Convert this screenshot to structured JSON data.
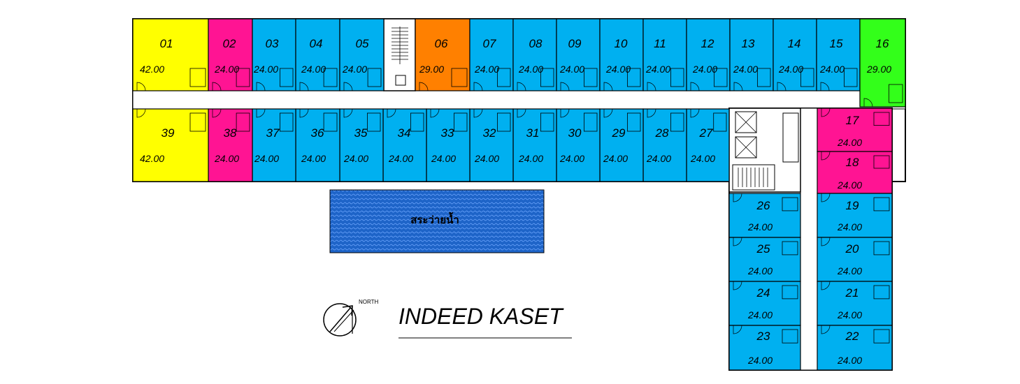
{
  "title": "INDEED KASET",
  "north_label": "NORTH",
  "pool_label": "สระว่ายน้ำ",
  "colors": {
    "studio": "#00b0f0",
    "one_bed_corner": "#ffff00",
    "magenta": "#ff1493",
    "orange": "#ff8000",
    "green": "#33ff1a",
    "pool": "#1e64c8",
    "wall": "#000000"
  },
  "units": [
    {
      "id": "01",
      "area": "42.00",
      "type": "one_bed_corner"
    },
    {
      "id": "02",
      "area": "24.00",
      "type": "magenta"
    },
    {
      "id": "03",
      "area": "24.00",
      "type": "studio"
    },
    {
      "id": "04",
      "area": "24.00",
      "type": "studio"
    },
    {
      "id": "05",
      "area": "24.00",
      "type": "studio"
    },
    {
      "id": "06",
      "area": "29.00",
      "type": "orange"
    },
    {
      "id": "07",
      "area": "24.00",
      "type": "studio"
    },
    {
      "id": "08",
      "area": "24.00",
      "type": "studio"
    },
    {
      "id": "09",
      "area": "24.00",
      "type": "studio"
    },
    {
      "id": "10",
      "area": "24.00",
      "type": "studio"
    },
    {
      "id": "11",
      "area": "24.00",
      "type": "studio"
    },
    {
      "id": "12",
      "area": "24.00",
      "type": "studio"
    },
    {
      "id": "13",
      "area": "24.00",
      "type": "studio"
    },
    {
      "id": "14",
      "area": "24.00",
      "type": "studio"
    },
    {
      "id": "15",
      "area": "24.00",
      "type": "studio"
    },
    {
      "id": "16",
      "area": "29.00",
      "type": "green"
    },
    {
      "id": "17",
      "area": "24.00",
      "type": "magenta"
    },
    {
      "id": "18",
      "area": "24.00",
      "type": "magenta"
    },
    {
      "id": "19",
      "area": "24.00",
      "type": "studio"
    },
    {
      "id": "20",
      "area": "24.00",
      "type": "studio"
    },
    {
      "id": "21",
      "area": "24.00",
      "type": "studio"
    },
    {
      "id": "22",
      "area": "24.00",
      "type": "studio"
    },
    {
      "id": "23",
      "area": "24.00",
      "type": "studio"
    },
    {
      "id": "24",
      "area": "24.00",
      "type": "studio"
    },
    {
      "id": "25",
      "area": "24.00",
      "type": "studio"
    },
    {
      "id": "26",
      "area": "24.00",
      "type": "studio"
    },
    {
      "id": "27",
      "area": "24.00",
      "type": "studio"
    },
    {
      "id": "28",
      "area": "24.00",
      "type": "studio"
    },
    {
      "id": "29",
      "area": "24.00",
      "type": "studio"
    },
    {
      "id": "30",
      "area": "24.00",
      "type": "studio"
    },
    {
      "id": "31",
      "area": "24.00",
      "type": "studio"
    },
    {
      "id": "32",
      "area": "24.00",
      "type": "studio"
    },
    {
      "id": "33",
      "area": "24.00",
      "type": "studio"
    },
    {
      "id": "34",
      "area": "24.00",
      "type": "studio"
    },
    {
      "id": "35",
      "area": "24.00",
      "type": "studio"
    },
    {
      "id": "36",
      "area": "24.00",
      "type": "studio"
    },
    {
      "id": "37",
      "area": "24.00",
      "type": "studio"
    },
    {
      "id": "38",
      "area": "24.00",
      "type": "magenta"
    },
    {
      "id": "39",
      "area": "42.00",
      "type": "one_bed_corner"
    }
  ]
}
